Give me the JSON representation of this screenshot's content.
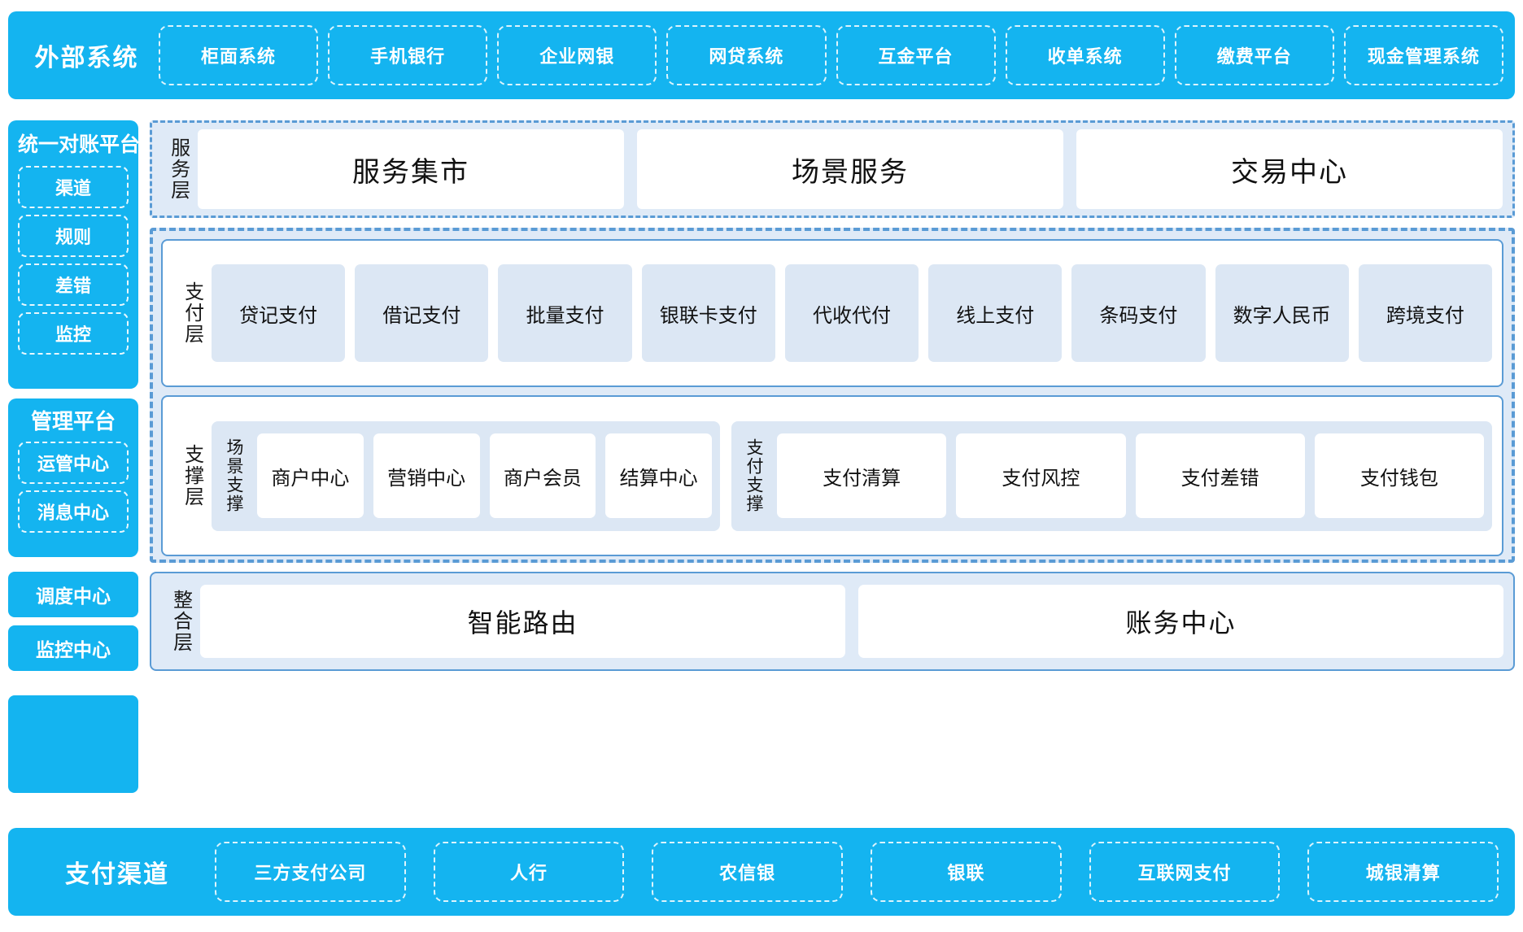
{
  "external_systems": {
    "title": "外部系统",
    "items": [
      "柜面系统",
      "手机银行",
      "企业网银",
      "网贷系统",
      "互金平台",
      "收单系统",
      "缴费平台",
      "现金管理系统"
    ]
  },
  "left_rail": {
    "reconciliation": {
      "title": "统一对账平台",
      "items": [
        "渠道",
        "规则",
        "差错",
        "监控"
      ]
    },
    "management": {
      "title": "管理平台",
      "items": [
        "运管中心",
        "消息中心"
      ]
    },
    "scheduling_center": "调度中心",
    "monitoring_center": "监控中心"
  },
  "service_layer": {
    "label": "服务层",
    "cards": [
      "服务集市",
      "场景服务",
      "交易中心"
    ]
  },
  "payment_layer": {
    "label": "支付层",
    "cards": [
      "贷记支付",
      "借记支付",
      "批量支付",
      "银联卡支付",
      "代收代付",
      "线上支付",
      "条码支付",
      "数字人民币",
      "跨境支付"
    ]
  },
  "support_layer": {
    "label": "支撑层",
    "groups": [
      {
        "label": "场景支撑",
        "cards": [
          "商户中心",
          "营销中心",
          "商户会员",
          "结算中心"
        ]
      },
      {
        "label": "支付支撑",
        "cards": [
          "支付清算",
          "支付风控",
          "支付差错",
          "支付钱包"
        ]
      }
    ]
  },
  "integration_layer": {
    "label": "整合层",
    "cards": [
      "智能路由",
      "账务中心"
    ]
  },
  "payment_channel": {
    "title": "支付渠道",
    "items": [
      "三方支付公司",
      "人行",
      "农信银",
      "银联",
      "互联网支付",
      "城银清算"
    ]
  },
  "colors": {
    "brand_blue": "#14b4f0",
    "panel_blue": "#dfeaf7",
    "card_blue": "#dce7f4",
    "border_blue": "#5a9bd5"
  }
}
